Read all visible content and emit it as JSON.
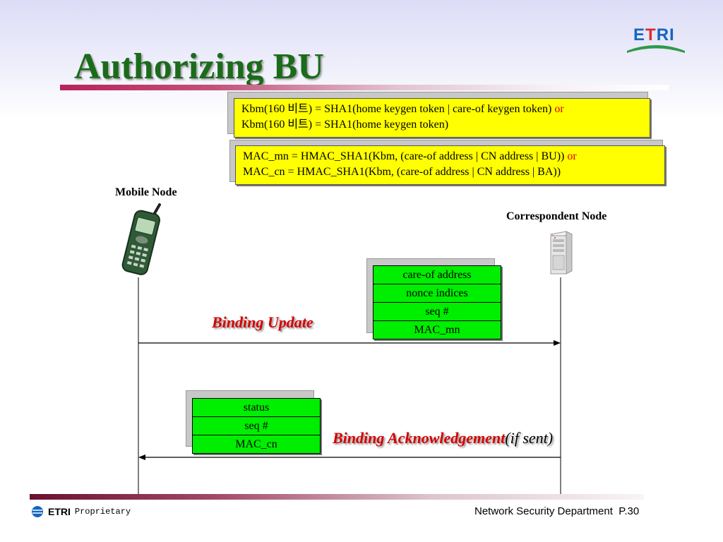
{
  "slide": {
    "title": "Authorizing BU",
    "logo_text_blue1": "E",
    "logo_text_red": "T",
    "logo_text_blue2": "RI"
  },
  "formula_box_1": {
    "line1": "Kbm(160 비트) = SHA1(home keygen token | care-of keygen token) ",
    "line1_or": "or",
    "line2": "Kbm(160 비트) = SHA1(home keygen token)"
  },
  "formula_box_2": {
    "line1": "MAC_mn = HMAC_SHA1(Kbm, (care-of address | CN address | BU)) ",
    "line1_or": "or",
    "line2": "MAC_cn = HMAC_SHA1(Kbm, (care-of address | CN address | BA))"
  },
  "nodes": {
    "mobile": "Mobile Node",
    "correspondent": "Correspondent Node"
  },
  "binding_update": {
    "label": "Binding Update",
    "fields": [
      "care-of address",
      "nonce indices",
      "seq #",
      "MAC_mn"
    ]
  },
  "binding_ack": {
    "label": "Binding Acknowledgement",
    "suffix": "(if sent)",
    "fields": [
      "status",
      "seq #",
      "MAC_cn"
    ]
  },
  "footer": {
    "brand": "ETRI",
    "proprietary": "Proprietary",
    "department": "Network Security Department",
    "page": "P.30"
  },
  "colors": {
    "title": "#1a6b1a",
    "formula_bg": "#ffff00",
    "field_bg": "#00ee00",
    "message_label": "#d40000"
  }
}
